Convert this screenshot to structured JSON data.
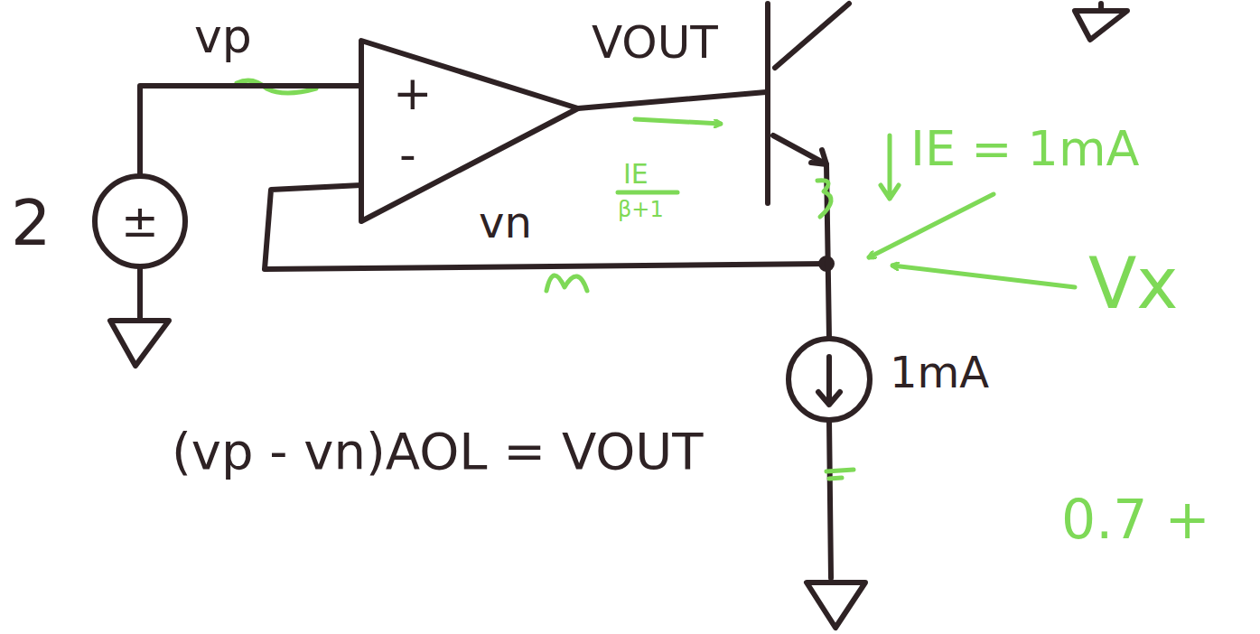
{
  "diagram": {
    "nodes": [
      {
        "text": [
          "+",
          "-"
        ]
      },
      {
        "text": [
          "±"
        ]
      }
    ],
    "edges": [
      {
        "from": 1,
        "to": 0,
        "arrow": "none"
      }
    ],
    "labels": [
      "vp",
      "VOUT",
      "2",
      "IE",
      "β+1",
      "IE = 1mA",
      "vn",
      "Vx",
      "1mA",
      "(vp - vn)AOL = VOUT",
      "0.7 +"
    ]
  }
}
